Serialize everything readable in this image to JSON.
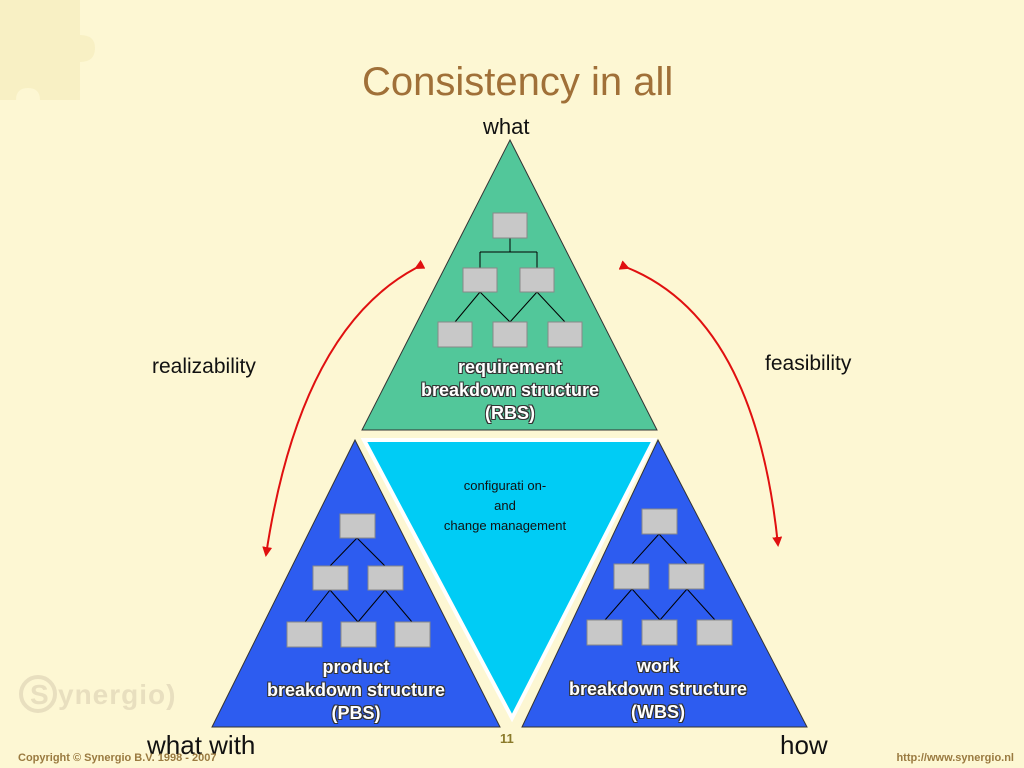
{
  "slide": {
    "title": "Consistency in all",
    "page_number": "11",
    "copyright": "Copyright © Synergio B.V. 1998 - 2007",
    "url": "http://www.synergio.nl",
    "logo": "synergio"
  },
  "corners": {
    "top": "what",
    "left": "realizability",
    "right": "feasibility",
    "bottom_left": "what with",
    "bottom_right": "how"
  },
  "triangles": {
    "rbs": {
      "line1": "requirement",
      "line2": "breakdown structure",
      "line3": "(RBS)"
    },
    "pbs": {
      "line1": "product",
      "line2": "breakdown structure",
      "line3": "(PBS)"
    },
    "wbs": {
      "line1": "work",
      "line2": "breakdown structure",
      "line3": "(WBS)"
    },
    "center": {
      "line1": "configurati on-",
      "line2": "and",
      "line3": "change management"
    }
  },
  "colors": {
    "background": "#fdf7d3",
    "rbs_fill": "#52c79a",
    "pbs_fill": "#2d5cf0",
    "wbs_fill": "#2d5cf0",
    "center_fill": "#00ccf5",
    "arrow": "#e01010",
    "title": "#a07038"
  }
}
